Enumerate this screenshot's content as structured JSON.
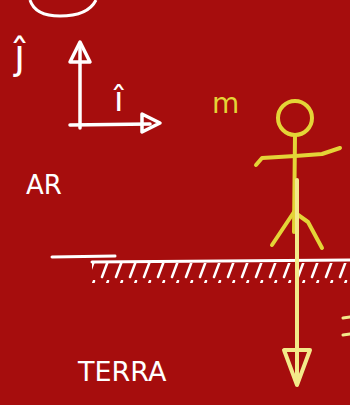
{
  "diagram": {
    "labels": [
      "ĵ",
      "î",
      "m",
      "AR",
      "TERRA"
    ]
  }
}
